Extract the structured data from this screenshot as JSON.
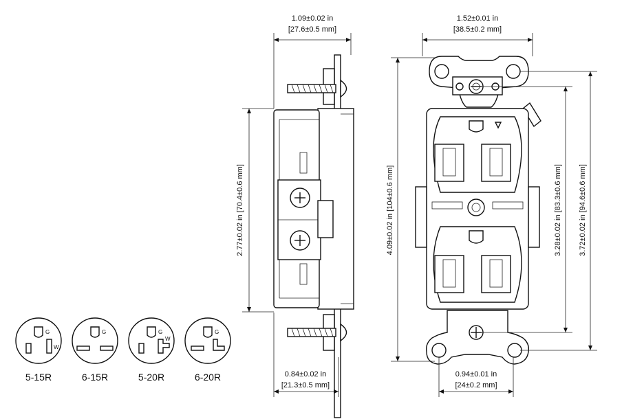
{
  "dimensions": {
    "side_top_width": {
      "in": "1.09±0.02 in",
      "mm": "[27.6±0.5 mm]"
    },
    "front_top_width": {
      "in": "1.52±0.01 in",
      "mm": "[38.5±0.2 mm]"
    },
    "side_height": "2.77±0.02 in [70.4±0.6 mm]",
    "front_total_height": "4.09±0.02 in [104±0.6 mm]",
    "front_inner_height": "3.28±0.02 in [83.3±0.6 mm]",
    "front_mount_height": "3.72±0.02 in [94.6±0.6 mm]",
    "side_bottom_width": {
      "in": "0.84±0.02 in",
      "mm": "[21.3±0.5 mm]"
    },
    "front_bottom_width": {
      "in": "0.94±0.01 in",
      "mm": "[24±0.2 mm]"
    }
  },
  "configurations": [
    {
      "label": "5-15R",
      "marks": [
        "G",
        "W"
      ]
    },
    {
      "label": "6-15R",
      "marks": [
        "G"
      ]
    },
    {
      "label": "5-20R",
      "marks": [
        "G",
        "W"
      ]
    },
    {
      "label": "6-20R",
      "marks": [
        "G"
      ]
    }
  ]
}
